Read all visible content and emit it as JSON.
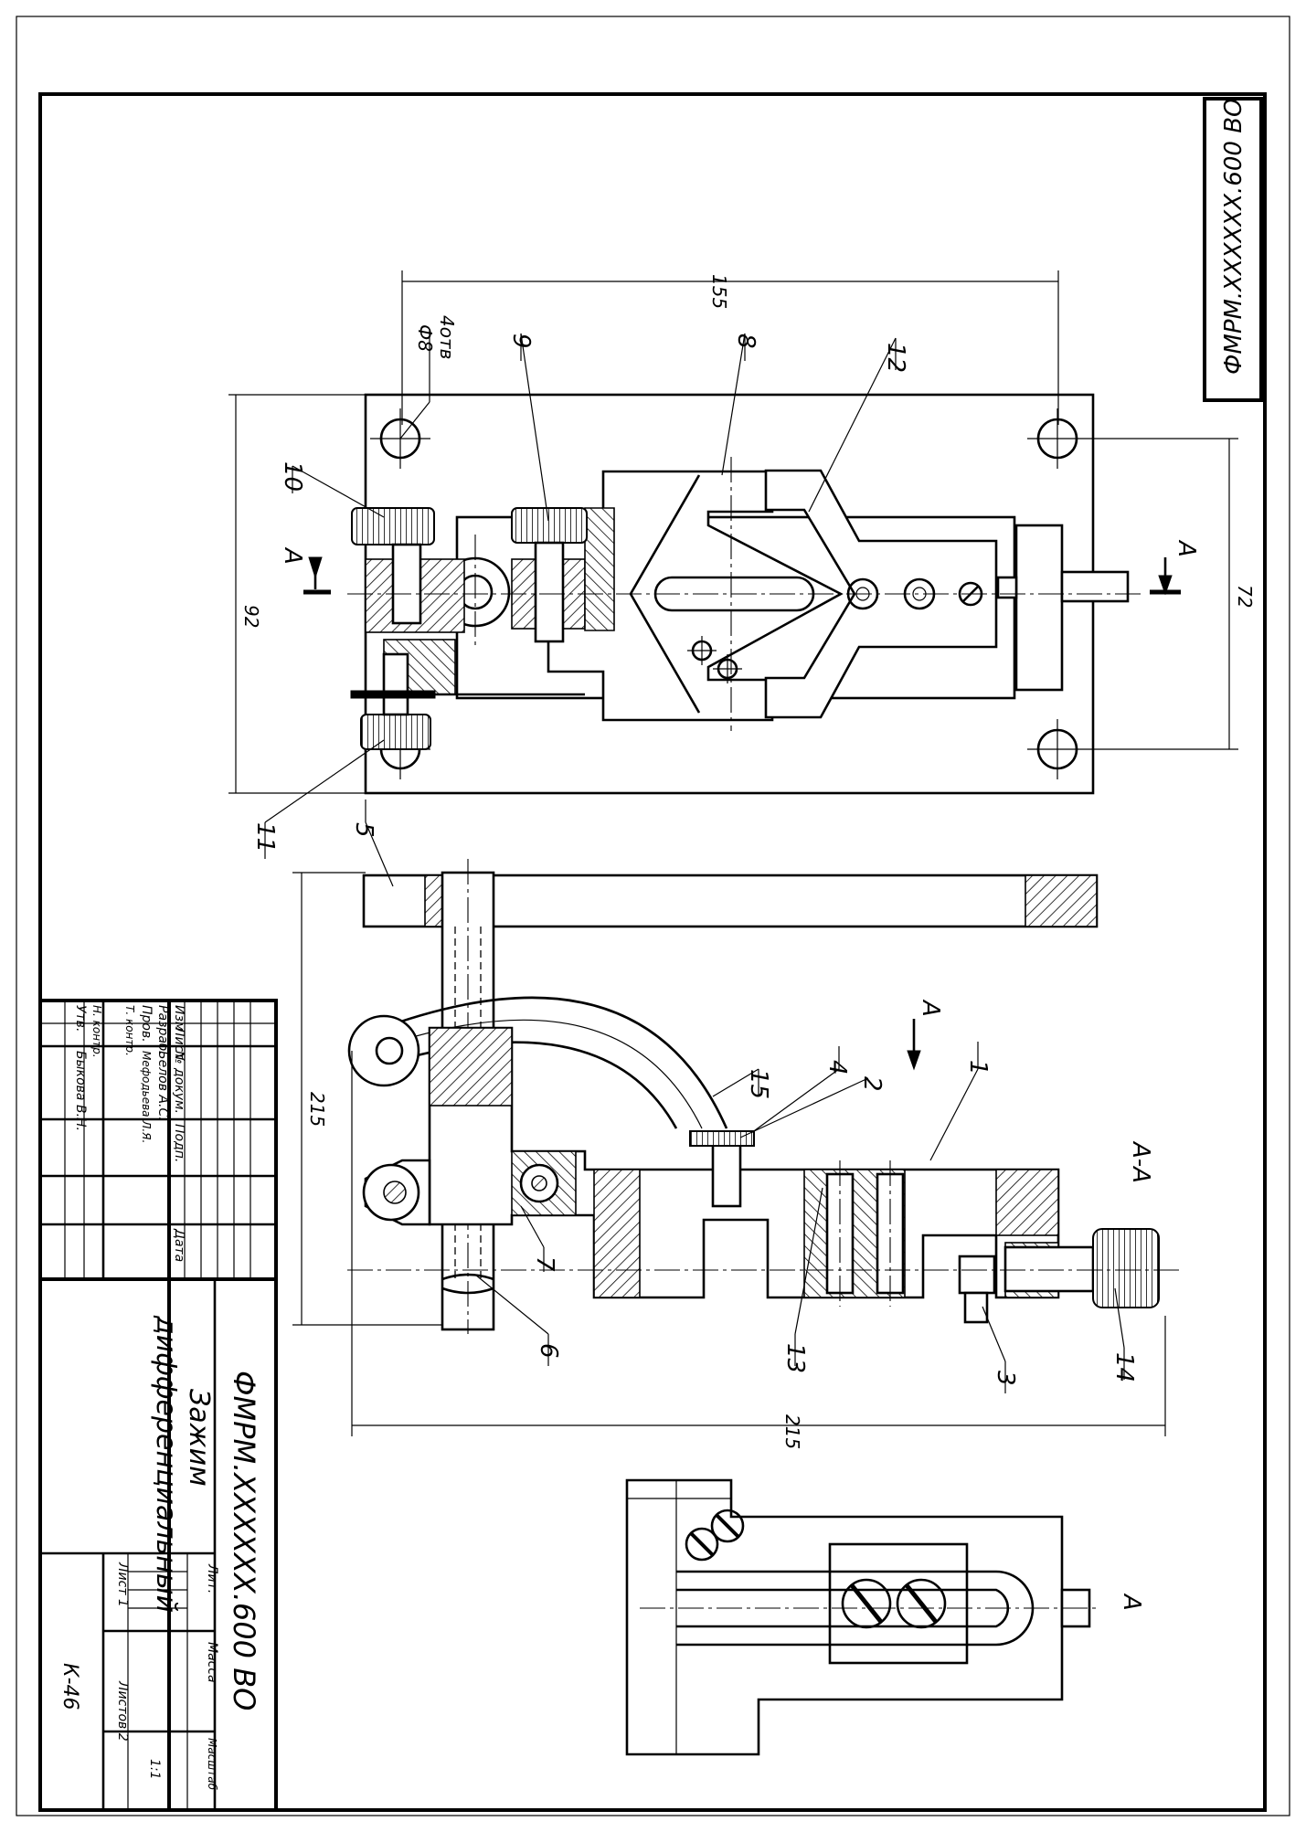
{
  "drawing": {
    "designation": "ФМРМ.XXXXXX.600 ВО",
    "designation_corner": "ФМРМ.XXXXXX.600 ВО"
  },
  "title_block": {
    "designation": "ФМРМ.XXXXXX.600 ВО",
    "name_line1": "Зажим",
    "name_line2": "дифференциальный",
    "headers": {
      "izm": "Изм",
      "list": "Лист",
      "doc_no": "№ докум.",
      "sign": "Подп.",
      "date": "Дата"
    },
    "roles": {
      "razrab": "Разраб.",
      "prov": "Пров.",
      "t_kontr": "Т. контр.",
      "n_kontr": "Н. контр.",
      "utv": "Утв."
    },
    "people": {
      "razrab": "Белов А.С.",
      "prov": "Мефодьева Л.Я.",
      "utv": "Быкова В.Н."
    },
    "lit_label": "Лит.",
    "mass_label": "Масса",
    "scale_label": "Масштаб",
    "scale_value": "1:1",
    "sheet_label": "Лист 1",
    "sheets_label": "Листов 2",
    "org": "К-46"
  },
  "views": {
    "section_label": "А-А",
    "view_label": "А",
    "arrow_label": "А"
  },
  "dimensions": {
    "d155": "155",
    "d92": "92",
    "d72": "72",
    "hole_dia": "Ф8",
    "hole_count": "4отв",
    "d215_vertical": "215",
    "d215_horizontal": "215"
  },
  "callouts": [
    "1",
    "2",
    "3",
    "4",
    "5",
    "6",
    "7",
    "8",
    "9",
    "10",
    "11",
    "12",
    "13",
    "14",
    "15"
  ]
}
